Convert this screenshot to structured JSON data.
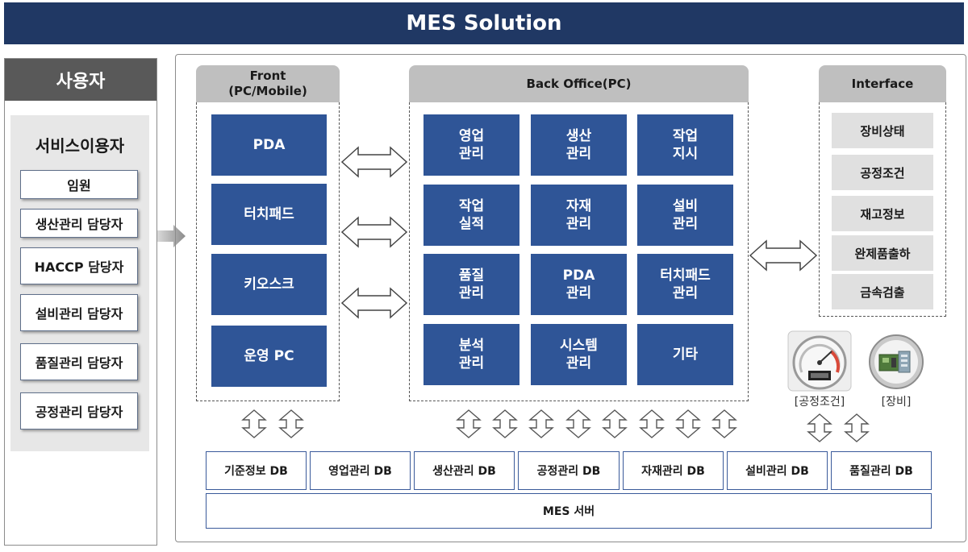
{
  "title": "MES Solution",
  "users": {
    "header": "사용자",
    "group_title": "서비스이용자",
    "items": [
      "임원",
      "생산관리 담당자",
      "HACCP 담당자",
      "설비관리 담당자",
      "품질관리 담당자",
      "공정관리 담당자"
    ]
  },
  "front": {
    "title_line1": "Front",
    "title_line2": "(PC/Mobile)",
    "items": [
      "PDA",
      "터치패드",
      "키오스크",
      "운영 PC"
    ]
  },
  "back_office": {
    "title": "Back Office(PC)",
    "items": [
      "영업\n관리",
      "생산\n관리",
      "작업\n지시",
      "작업\n실적",
      "자재\n관리",
      "설비\n관리",
      "품질\n관리",
      "PDA\n관리",
      "터치패드\n관리",
      "분석\n관리",
      "시스템\n관리",
      "기타"
    ]
  },
  "interface": {
    "title": "Interface",
    "items": [
      "장비상태",
      "공정조건",
      "재고정보",
      "완제품출하",
      "금속검출"
    ]
  },
  "devices": {
    "gauge_label": "[공정조건]",
    "equipment_label": "[장비]"
  },
  "databases": [
    "기준정보 DB",
    "영업관리 DB",
    "생산관리 DB",
    "공정관리 DB",
    "자재관리 DB",
    "설비관리 DB",
    "품질관리 DB"
  ],
  "server": "MES 서버",
  "colors": {
    "title_bg": "#203864",
    "module_blue": "#2f5597",
    "user_header": "#595959",
    "tab_gray": "#bfbfbf",
    "interface_item": "#e0e0e0"
  }
}
